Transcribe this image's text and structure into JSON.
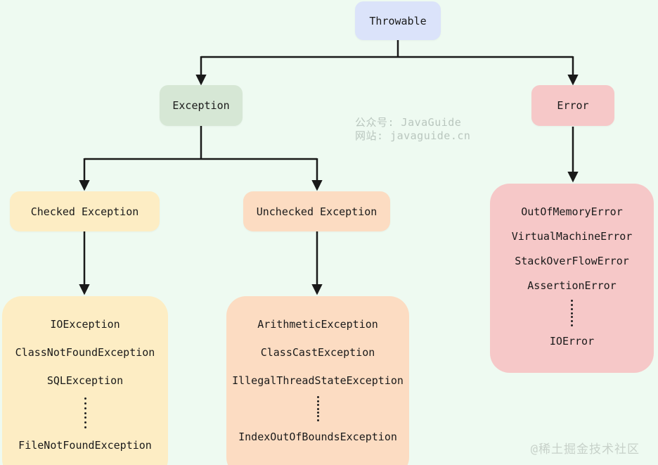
{
  "canvas": {
    "background": "#eefaf1",
    "line_color": "#191919",
    "text_color": "#1a1a1a"
  },
  "nodes": {
    "throwable": {
      "label": "Throwable",
      "bg": "#dbe3fa"
    },
    "exception": {
      "label": "Exception",
      "bg": "#d6e7d5"
    },
    "error": {
      "label": "Error",
      "bg": "#f6c8c8"
    },
    "checked": {
      "label": "Checked Exception",
      "bg": "#fdedc4"
    },
    "unchecked": {
      "label": "Unchecked Exception",
      "bg": "#fcdcc2"
    }
  },
  "lists": {
    "checked_list": {
      "bg": "#fdedc4",
      "items": [
        "IOException",
        "ClassNotFoundException",
        "SQLException",
        "⋮",
        "FileNotFoundException"
      ]
    },
    "unchecked_list": {
      "bg": "#fcdcc2",
      "items": [
        "ArithmeticException",
        "ClassCastException",
        "IllegalThreadStateException",
        "⋮",
        "IndexOutOfBoundsException"
      ]
    },
    "error_list": {
      "bg": "#f6c8c8",
      "items": [
        "OutOfMemoryError",
        "VirtualMachineError",
        "StackOverFlowError",
        "AssertionError",
        "⋮",
        "IOError"
      ]
    }
  },
  "watermarks": {
    "center_line1": "公众号: JavaGuide",
    "center_line2": "网站: javaguide.cn",
    "bottom_right": "@稀土掘金技术社区"
  }
}
